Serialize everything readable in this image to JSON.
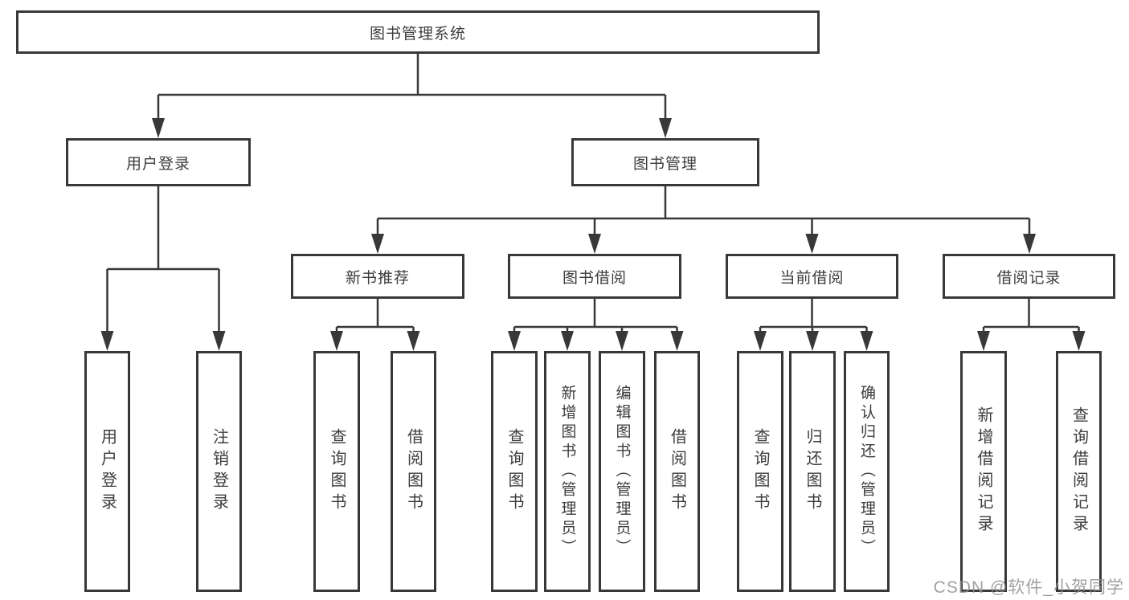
{
  "diagram_title": "图书管理系统",
  "nodes": {
    "root": {
      "label": "图书管理系统"
    },
    "user_login": {
      "label": "用户登录"
    },
    "book_mgmt": {
      "label": "图书管理"
    },
    "new_book_rec": {
      "label": "新书推荐"
    },
    "book_borrow": {
      "label": "图书借阅"
    },
    "current_borrow": {
      "label": "当前借阅"
    },
    "borrow_records": {
      "label": "借阅记录"
    },
    "leaf_user_login": {
      "label": "用户登录"
    },
    "leaf_logout": {
      "label": "注销登录"
    },
    "leaf_query_book_1": {
      "label": "查询图书"
    },
    "leaf_borrow_book_1": {
      "label": "借阅图书"
    },
    "leaf_query_book_2": {
      "label": "查询图书"
    },
    "leaf_add_book": {
      "label": "新增图书（管理员）"
    },
    "leaf_edit_book": {
      "label": "编辑图书（管理员）"
    },
    "leaf_borrow_book_2": {
      "label": "借阅图书"
    },
    "leaf_query_book_3": {
      "label": "查询图书"
    },
    "leaf_return_book": {
      "label": "归还图书"
    },
    "leaf_confirm_return": {
      "label": "确认归还（管理员）"
    },
    "leaf_add_record": {
      "label": "新增借阅记录"
    },
    "leaf_query_record": {
      "label": "查询借阅记录"
    }
  },
  "tree": {
    "label": "图书管理系统",
    "children": [
      {
        "label": "用户登录",
        "children": [
          {
            "label": "用户登录"
          },
          {
            "label": "注销登录"
          }
        ]
      },
      {
        "label": "图书管理",
        "children": [
          {
            "label": "新书推荐",
            "children": [
              {
                "label": "查询图书"
              },
              {
                "label": "借阅图书"
              }
            ]
          },
          {
            "label": "图书借阅",
            "children": [
              {
                "label": "查询图书"
              },
              {
                "label": "新增图书（管理员）"
              },
              {
                "label": "编辑图书（管理员）"
              },
              {
                "label": "借阅图书"
              }
            ]
          },
          {
            "label": "当前借阅",
            "children": [
              {
                "label": "查询图书"
              },
              {
                "label": "归还图书"
              },
              {
                "label": "确认归还（管理员）"
              }
            ]
          },
          {
            "label": "借阅记录",
            "children": [
              {
                "label": "新增借阅记录"
              },
              {
                "label": "查询借阅记录"
              }
            ]
          }
        ]
      }
    ]
  },
  "watermark": {
    "text": "CSDN @软件_小贺同学"
  },
  "colors": {
    "line": "#383838",
    "text": "#3d3d3d",
    "watermark": "#919191",
    "background": "#ffffff"
  }
}
